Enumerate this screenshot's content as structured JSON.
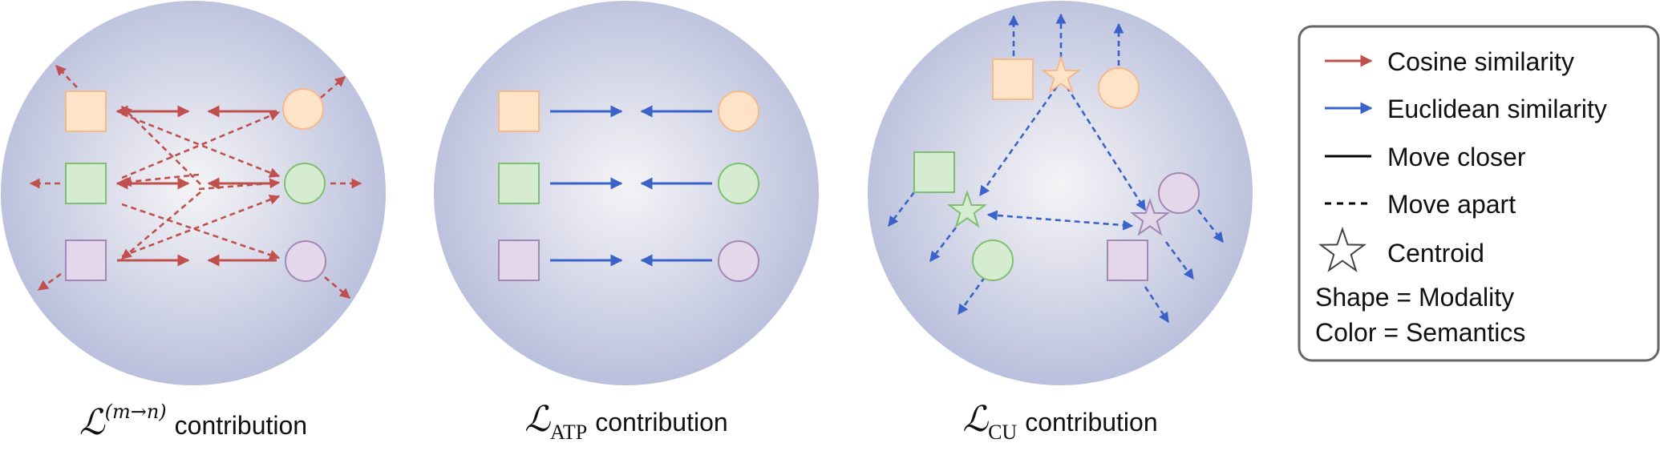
{
  "colors": {
    "orange_fill": "#ffe3c7",
    "orange_stroke": "#f5b98c",
    "green_fill": "#d6ecd0",
    "green_stroke": "#7fbf70",
    "purple_fill": "#e4d7ea",
    "purple_stroke": "#a487b6",
    "cosine_arrow": "#c0504d",
    "euclid_arrow": "#3a62c9",
    "sphere_center": "#f2f2f4",
    "sphere_edge": "#b9c0dd",
    "legend_border": "#666666"
  },
  "panels": [
    {
      "caption_math": "ℒ",
      "caption_sup": "(m→n)",
      "caption_sub": "",
      "caption_text": "contribution"
    },
    {
      "caption_math": "ℒ",
      "caption_sup": "",
      "caption_sub": "ATP",
      "caption_text": "contribution"
    },
    {
      "caption_math": "ℒ",
      "caption_sup": "",
      "caption_sub": "CU",
      "caption_text": "contribution"
    }
  ],
  "legend": {
    "items": [
      {
        "icon": "red-arrow-icon",
        "label": "Cosine similarity"
      },
      {
        "icon": "blue-arrow-icon",
        "label": "Euclidean similarity"
      },
      {
        "icon": "solid-line-icon",
        "label": "Move closer"
      },
      {
        "icon": "dashed-line-icon",
        "label": "Move apart"
      },
      {
        "icon": "star-outline-icon",
        "label": "Centroid"
      }
    ],
    "note_shape": "Shape = Modality",
    "note_color": "Color = Semantics"
  }
}
